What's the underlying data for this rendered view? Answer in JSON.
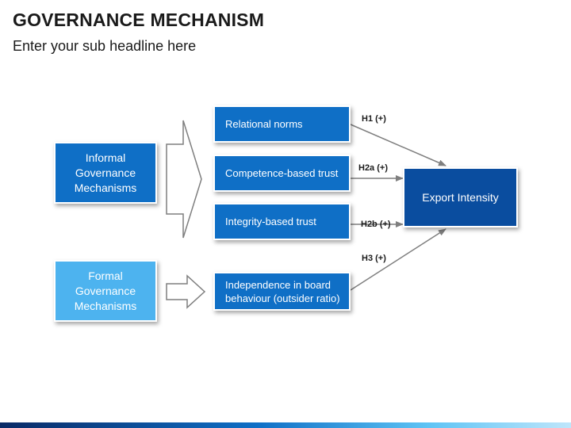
{
  "header": {
    "title": "GOVERNANCE MECHANISM",
    "subtitle": "Enter your sub headline here"
  },
  "left_boxes": {
    "informal": "Informal Governance Mechanisms",
    "formal": "Formal Governance Mechanisms"
  },
  "middle_boxes": {
    "relational_norms": "Relational norms",
    "competence_trust": "Competence-based trust",
    "integrity_trust": "Integrity-based trust",
    "independence": "Independence in board behaviour (outsider ratio)"
  },
  "outcome": {
    "label": "Export Intensity"
  },
  "hypotheses": {
    "h1": "H1 (+)",
    "h2a": "H2a (+)",
    "h2b": "H2b (+)",
    "h3": "H3 (+)"
  },
  "colors": {
    "dark_blue": "#0a4d9f",
    "mid_blue": "#0f6fc6",
    "light_blue": "#4db3ef",
    "arrow_gray": "#7f7f7f"
  }
}
